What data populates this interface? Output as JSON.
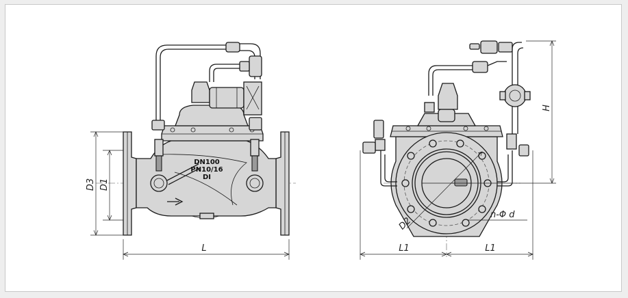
{
  "valve_marking": {
    "size": "DN100",
    "pressure": "PN10/16",
    "material": "DI"
  },
  "dimensions": {
    "length": "L",
    "height": "H",
    "d1": "D1",
    "d3": "D3",
    "d2": "D2",
    "half_width": "L1",
    "bolt_holes": "n-Φ d"
  },
  "colors": {
    "line": "#1b1b1b",
    "body_fill": "#d6d6d6",
    "background": "#eeeeee"
  }
}
